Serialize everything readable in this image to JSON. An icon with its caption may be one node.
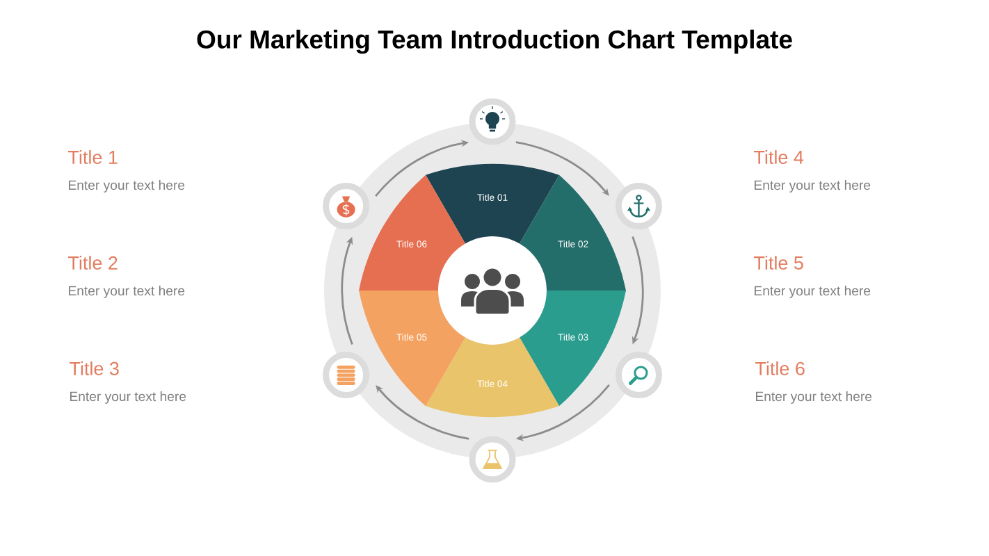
{
  "diagram": {
    "title": "Our Marketing Team Introduction Chart Template",
    "nodes": [
      {
        "text": [
          "Title 01"
        ]
      },
      {
        "text": [
          "Title 02"
        ]
      },
      {
        "text": [
          "Title 03"
        ]
      },
      {
        "text": [
          "Title 04"
        ]
      },
      {
        "text": [
          "Title 05"
        ]
      },
      {
        "text": [
          "Title 06"
        ]
      },
      {
        "text": [],
        "shape": "circle"
      },
      {
        "text": [],
        "shape": "circle"
      },
      {
        "text": [],
        "shape": "circle"
      },
      {
        "text": [],
        "shape": "circle"
      },
      {
        "text": [],
        "shape": "circle"
      },
      {
        "text": [],
        "shape": "circle"
      }
    ],
    "edges": [
      {
        "from": 6,
        "to": 7,
        "arrow": "to"
      },
      {
        "from": 7,
        "to": 8,
        "arrow": "to"
      },
      {
        "from": 8,
        "to": 9,
        "arrow": "to"
      },
      {
        "from": 9,
        "to": 10,
        "arrow": "to"
      },
      {
        "from": 10,
        "to": 11,
        "arrow": "to"
      },
      {
        "from": 11,
        "to": 6,
        "arrow": "to"
      }
    ],
    "labels": [
      "Title 1",
      "Enter your text here",
      "Title 2",
      "Enter your text here",
      "Title 3",
      "Enter your text here",
      "Title 4",
      "Enter your text here",
      "Title 5",
      "Enter your text here",
      "Title 6",
      "Enter your text here"
    ]
  }
}
